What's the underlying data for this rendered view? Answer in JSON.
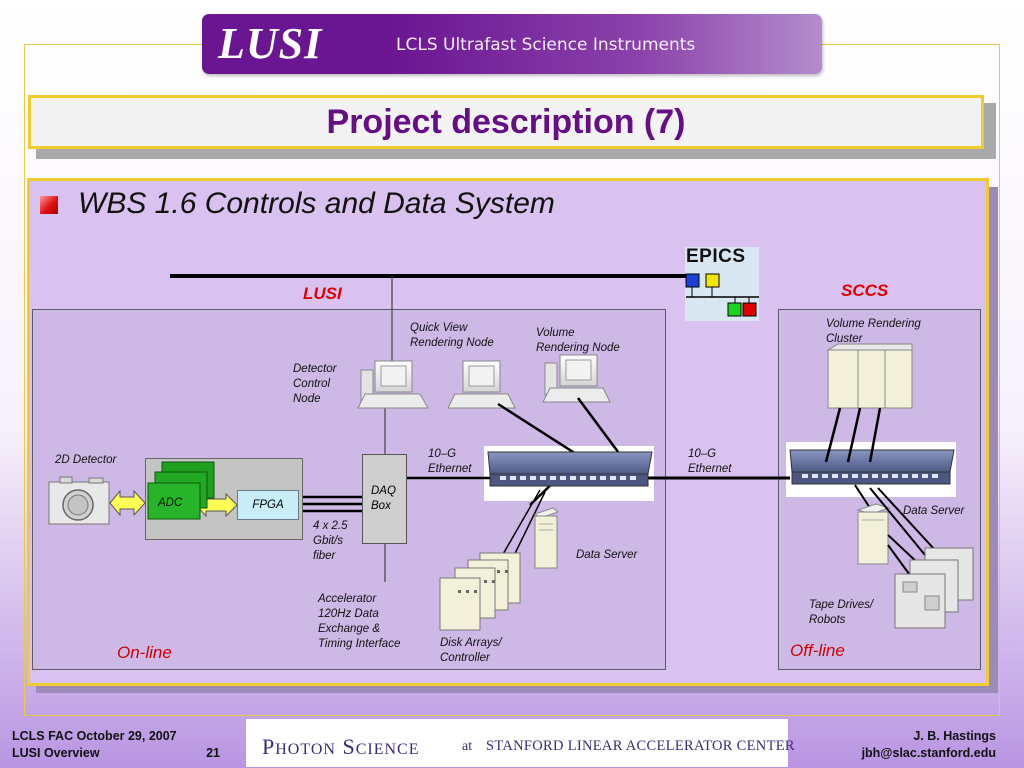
{
  "banner": {
    "logo": "LUSI",
    "subtitle": "LCLS Ultrafast Science Instruments"
  },
  "slide": {
    "title": "Project description (7)",
    "heading": "WBS 1.6 Controls and Data System"
  },
  "diagram": {
    "epics": "EPICS",
    "lusi_header": "LUSI",
    "sccs_header": "SCCS",
    "online": "On-line",
    "offline": "Off-line",
    "detector": "2D Detector",
    "adc": "ADC",
    "fpga": "FPGA",
    "fiber": "4 x 2.5\nGbit/s\nfiber",
    "daq": "DAQ\nBox",
    "detector_control": "Detector\nControl\nNode",
    "quick_view": "Quick View\nRendering Node",
    "volume_node": "Volume\nRendering Node",
    "ethernet_left": "10–G\nEthernet",
    "ethernet_right": "10–G\nEthernet",
    "data_server_left": "Data Server",
    "data_server_right": "Data Server",
    "disk_arrays": "Disk Arrays/\nController",
    "accelerator": "Accelerator\n120Hz Data\nExchange &\nTiming Interface",
    "volume_cluster": "Volume Rendering\n  Cluster",
    "tape": "Tape Drives/\nRobots"
  },
  "footer": {
    "line1_left": "LCLS FAC October 29, 2007",
    "line2_left": "LUSI Overview",
    "page": "21",
    "photon": "P",
    "photon_rest": "HOTON",
    "science": "S",
    "science_rest": "CIENCE",
    "at": "at",
    "slac": "STANFORD LINEAR ACCELERATOR CENTER",
    "author": "J. B. Hastings",
    "email": "jbh@slac.stanford.edu"
  },
  "colors": {
    "title_text": "#660e86",
    "header_red": "#e00000",
    "frame_gold": "#f0cc30"
  }
}
